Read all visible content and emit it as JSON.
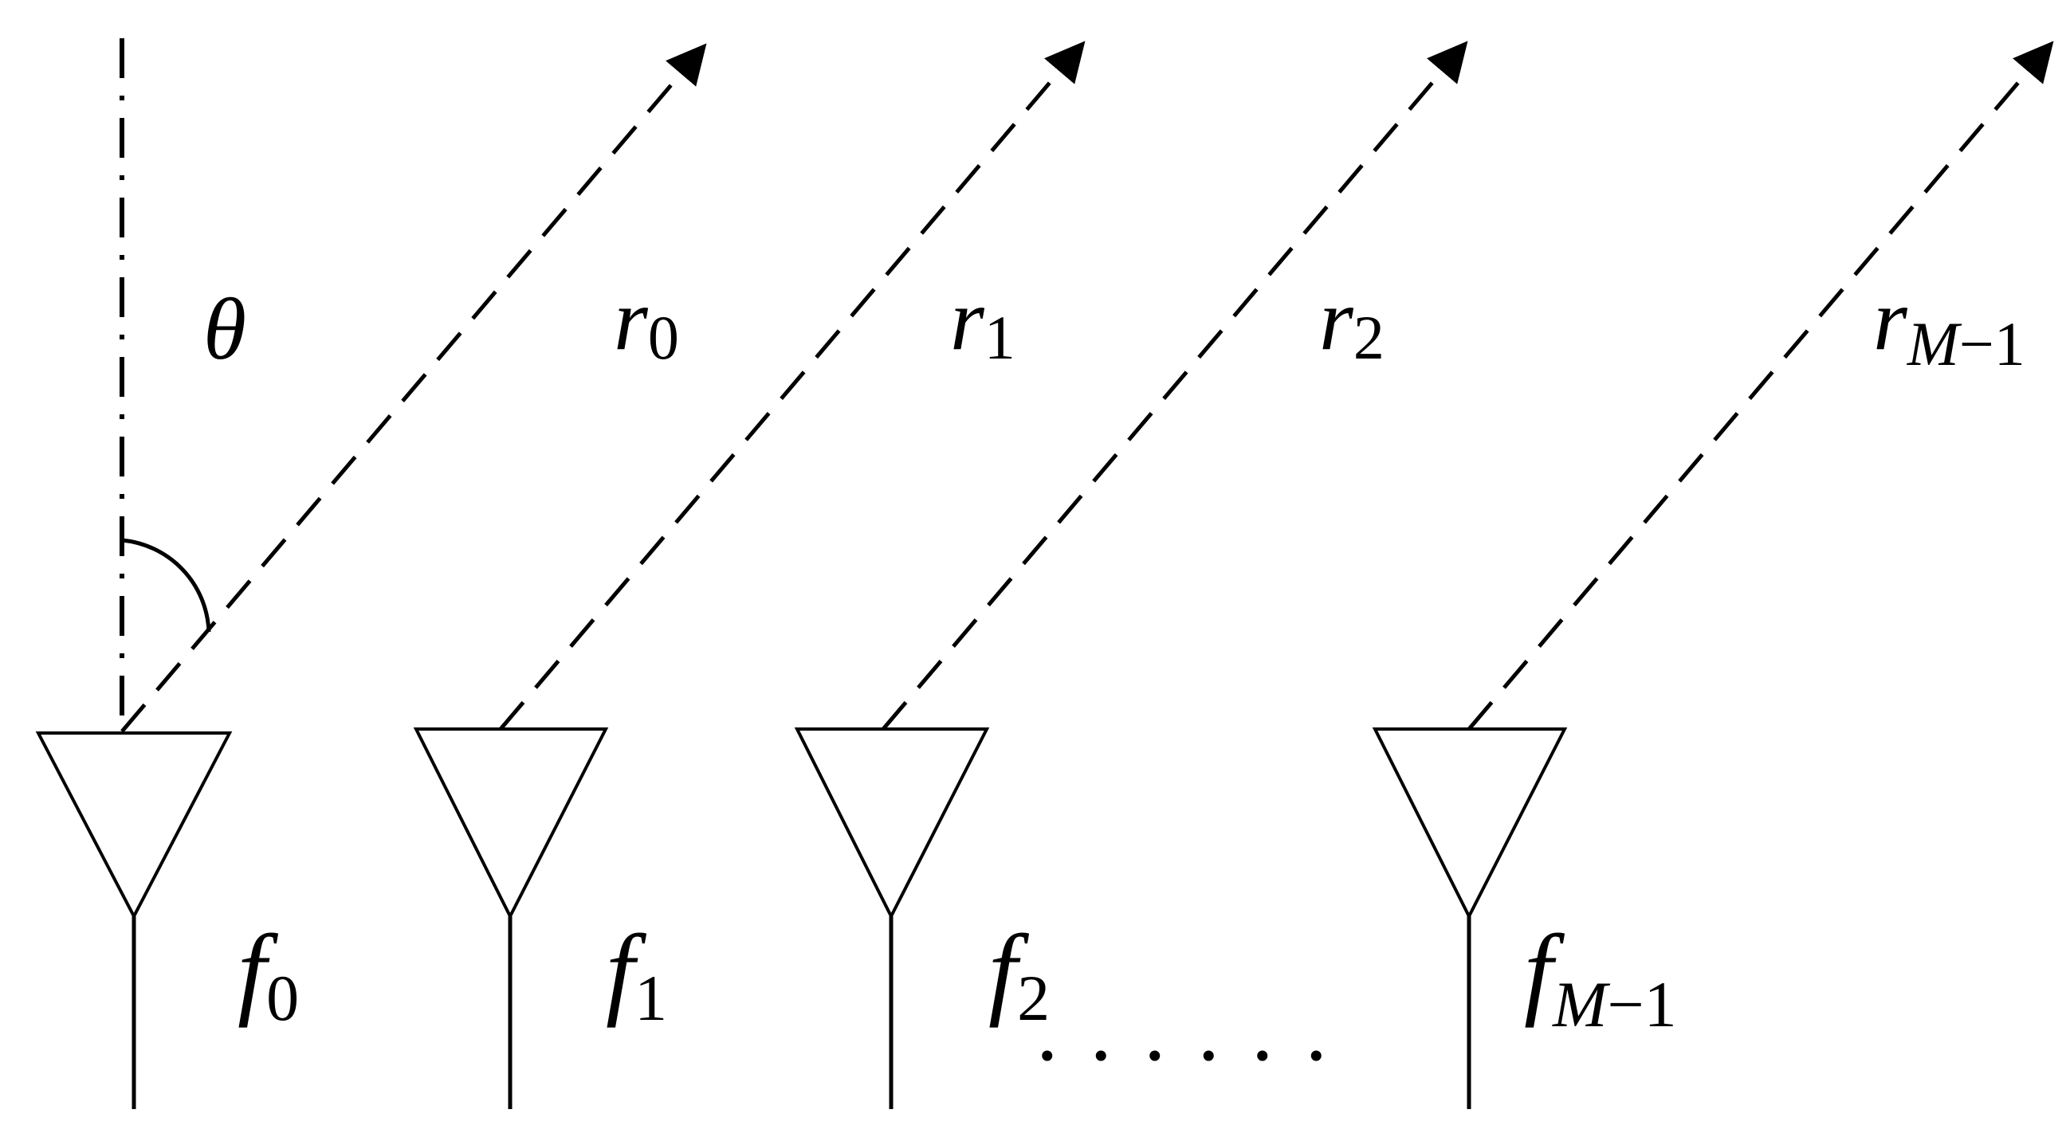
{
  "angle_label": "θ",
  "beams": [
    {
      "main": "r",
      "sub": "0"
    },
    {
      "main": "r",
      "sub": "1"
    },
    {
      "main": "r",
      "sub": "2"
    },
    {
      "main": "r",
      "sub_var": "M",
      "sub": "−1"
    }
  ],
  "elements": [
    {
      "main": "f",
      "sub": "0"
    },
    {
      "main": "f",
      "sub": "1"
    },
    {
      "main": "f",
      "sub": "2"
    },
    {
      "main": "f",
      "sub_var": "M",
      "sub": "−1"
    }
  ],
  "ellipsis": "......",
  "colors": {
    "line": "#000000",
    "antenna_outline": "#000000",
    "background": "#ffffff"
  }
}
